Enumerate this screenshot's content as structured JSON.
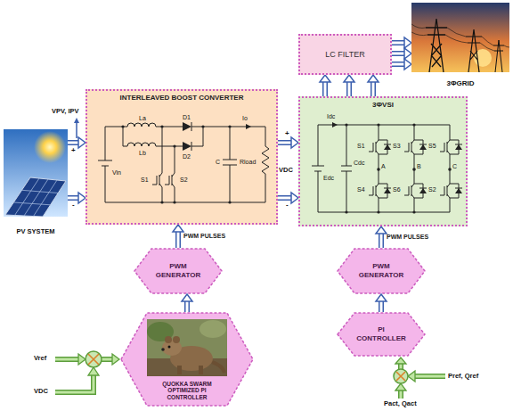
{
  "diagram": {
    "nodes": [
      {
        "text": [
          "PV SYSTEM"
        ]
      },
      {
        "text": [
          "INTERLEAVED BOOST CONVERTER"
        ]
      },
      {
        "text": [
          "3ΦVSI"
        ]
      },
      {
        "text": [
          "LC FILTER"
        ]
      },
      {
        "text": [
          "3ΦGRID"
        ]
      },
      {
        "text": [
          "PWM GENERATOR"
        ]
      },
      {
        "text": [
          "QUOKKA SWARM OPTIMIZED PI CONTROLLER"
        ]
      },
      {
        "text": [
          "PWM GENERATOR"
        ]
      },
      {
        "text": [
          "PI CONTROLLER"
        ]
      }
    ],
    "edges": [
      {
        "from": 0,
        "to": 1,
        "arrow": "to"
      },
      {
        "from": 0,
        "to": 1,
        "arrow": "to"
      },
      {
        "from": 1,
        "to": 2,
        "arrow": "to"
      },
      {
        "from": 1,
        "to": 2,
        "arrow": "to"
      },
      {
        "from": 2,
        "to": 3,
        "arrow": "to"
      },
      {
        "from": 2,
        "to": 3,
        "arrow": "to"
      },
      {
        "from": 2,
        "to": 3,
        "arrow": "to"
      },
      {
        "from": 3,
        "to": 4,
        "arrow": "to"
      },
      {
        "from": 3,
        "to": 4,
        "arrow": "to"
      },
      {
        "from": 3,
        "to": 4,
        "arrow": "to"
      },
      {
        "from": 5,
        "to": 1,
        "label": "PWM PULSES",
        "arrow": "to"
      },
      {
        "from": 6,
        "to": 5,
        "arrow": "to"
      },
      {
        "from": 7,
        "to": 2,
        "label": "PWM PULSES",
        "arrow": "to"
      },
      {
        "from": 8,
        "to": 7,
        "arrow": "to"
      }
    ],
    "labels": [
      "VPV, IPV",
      "+",
      "-",
      "Vin",
      "La",
      "Lb",
      "D1",
      "D2",
      "S1",
      "S2",
      "Io",
      "C",
      "Rload",
      "+",
      "VDC",
      "-",
      "Idc",
      "Edc",
      "Cdc",
      "S1",
      "S3",
      "S5",
      "S4",
      "S6",
      "S2",
      "A",
      "B",
      "C",
      "Vref",
      "VDC",
      "Pref, Qref",
      "Pact, Qact"
    ]
  }
}
